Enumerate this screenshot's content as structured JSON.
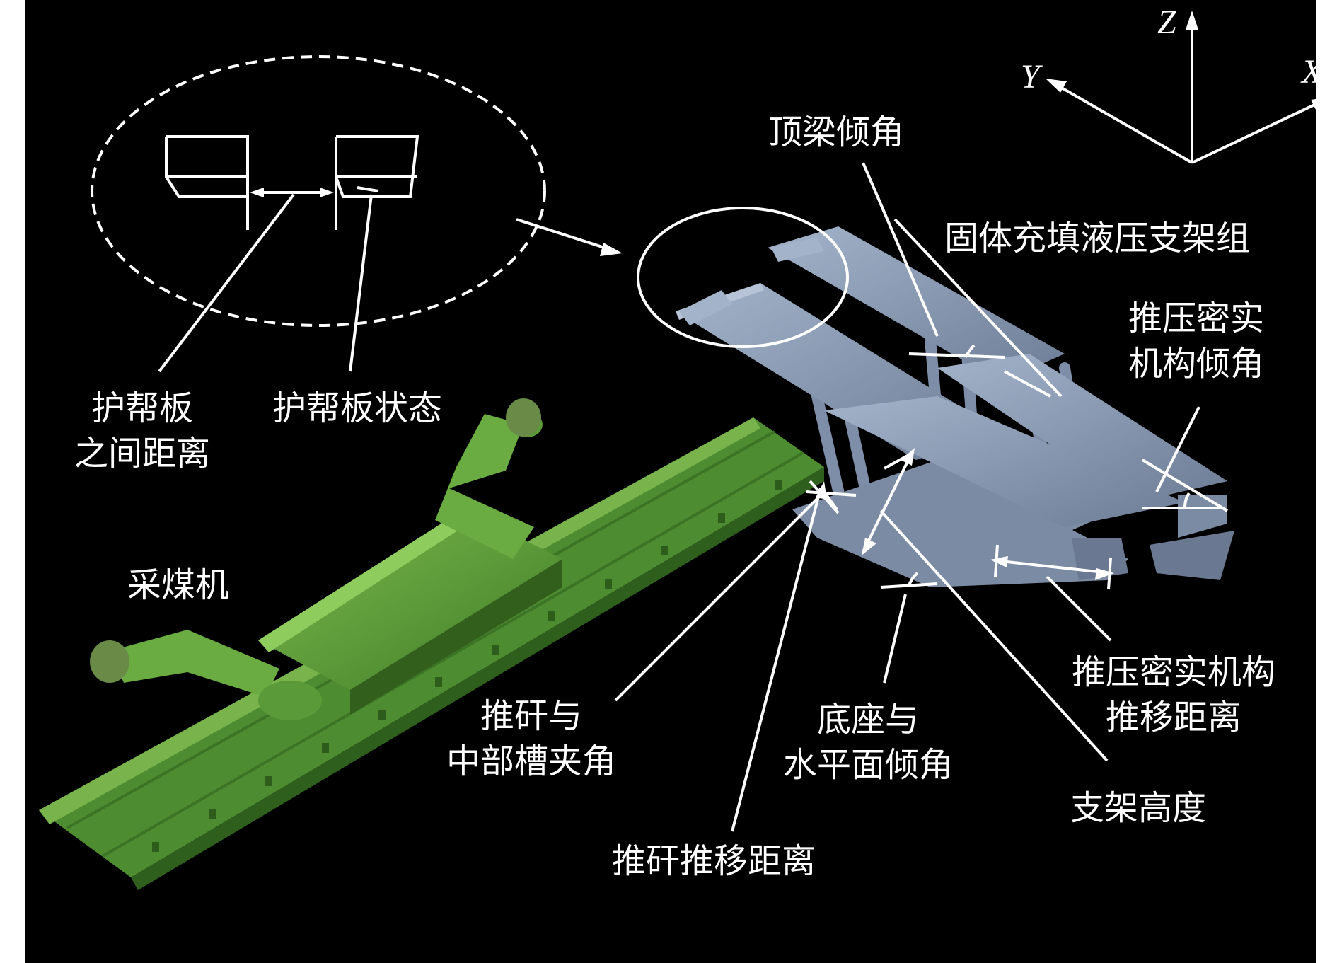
{
  "axes": {
    "z": "Z",
    "y": "Y",
    "x": "X"
  },
  "labels": {
    "roof_angle": "顶梁倾角",
    "support_group": "固体充填液压支架组",
    "compactor_angle": [
      "推压密实",
      "机构倾角"
    ],
    "guard_distance": [
      "护帮板",
      "之间距离"
    ],
    "guard_state": "护帮板状态",
    "shearer": "采煤机",
    "rod_angle": [
      "推矸与",
      "中部槽夹角"
    ],
    "base_angle": [
      "底座与",
      "水平面倾角"
    ],
    "compactor_distance": [
      "推压密实机构",
      "推移距离"
    ],
    "support_height": "支架高度",
    "rod_distance": "推矸推移距离"
  },
  "colors": {
    "background": "#000000",
    "annotation": "#ffffff",
    "conveyor": "#5f9e3c",
    "support": "#8898b2"
  }
}
